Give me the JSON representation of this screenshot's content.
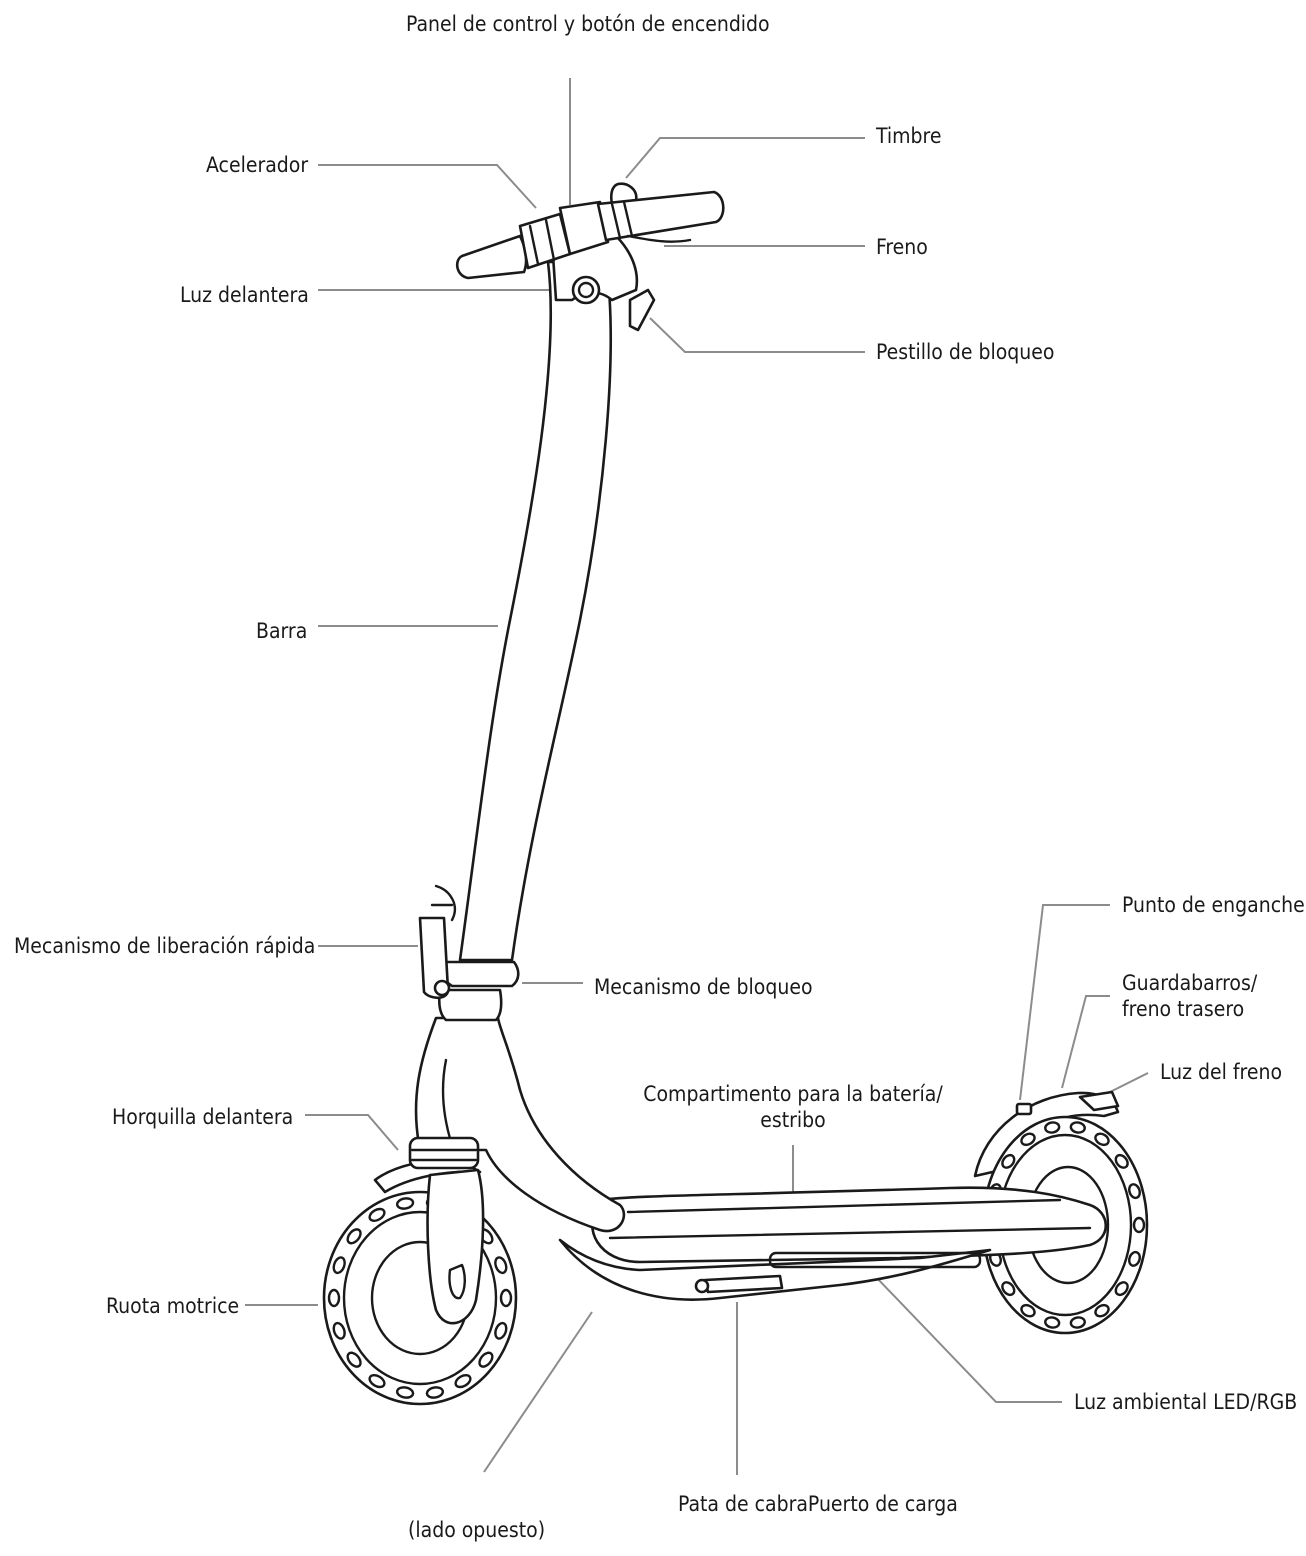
{
  "labels": {
    "panel": "Panel de control y botón de encendido",
    "timbre": "Timbre",
    "acelerador": "Acelerador",
    "freno": "Freno",
    "luz_delantera": "Luz delantera",
    "pestillo": "Pestillo de bloqueo",
    "barra": "Barra",
    "punto_enganche": "Punto de enganche",
    "mecanismo_liberacion": "Mecanismo de liberación rápida",
    "mecanismo_bloqueo": "Mecanismo de bloqueo",
    "guardabarros_1": "Guardabarros/",
    "guardabarros_2": "freno trasero",
    "luz_freno": "Luz del freno",
    "compartimento_1": "Compartimento para la batería/",
    "compartimento_2": "estribo",
    "horquilla": "Horquilla delantera",
    "ruota": "Ruota motrice",
    "luz_ambiental": "Luz ambiental LED/RGB",
    "pata": "Pata de cabraPuerto de carga",
    "lado_opuesto": "(lado opuesto)"
  }
}
